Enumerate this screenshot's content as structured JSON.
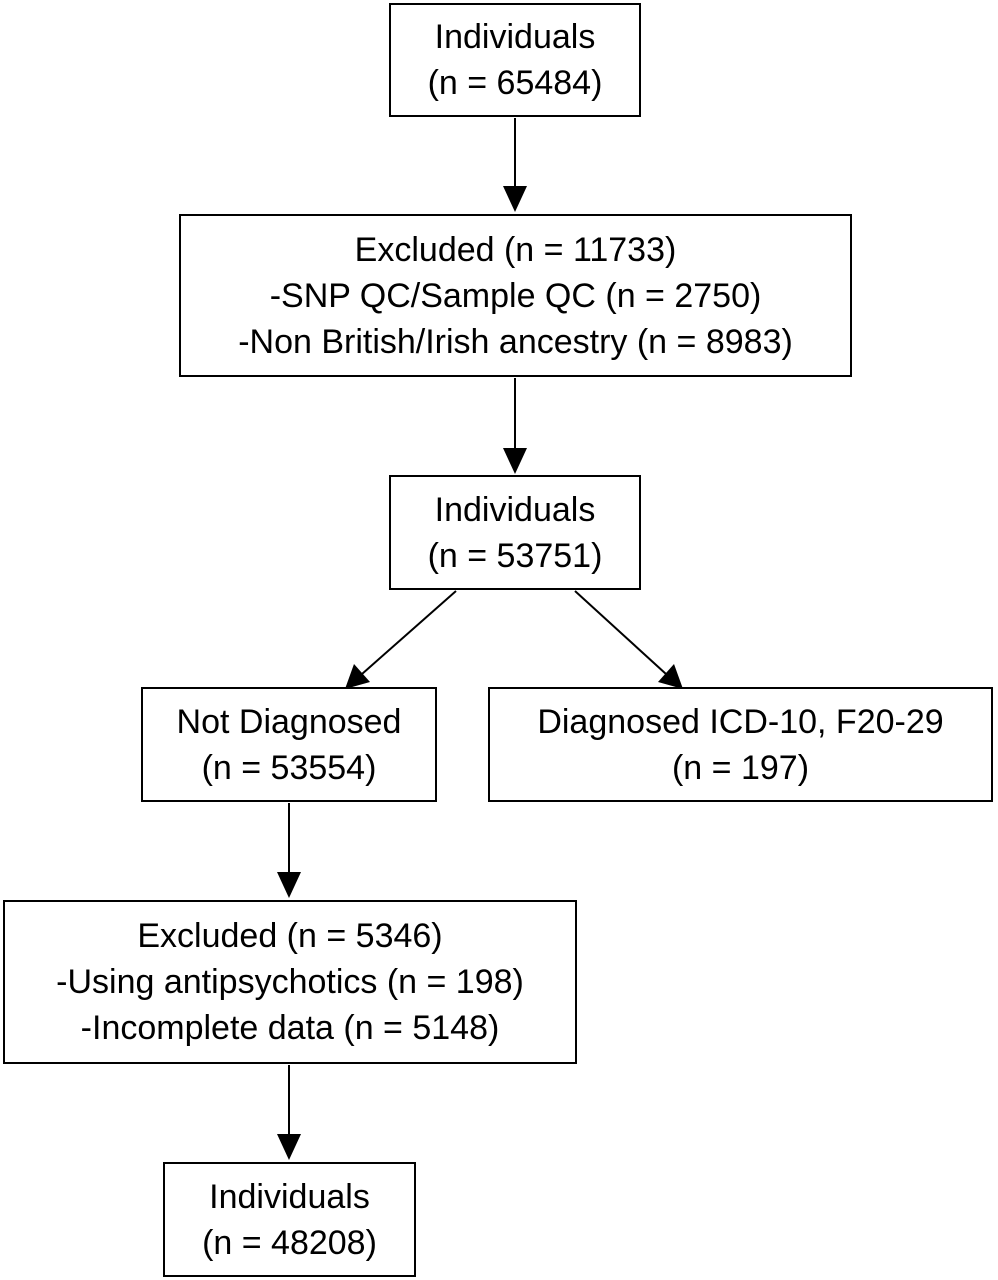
{
  "flowchart": {
    "start": {
      "title": "Individuals",
      "count": "(n = 65484)"
    },
    "exclusion_1": {
      "title": "Excluded (n = 11733)",
      "items": [
        "-SNP QC/Sample QC (n = 2750)",
        "-Non British/Irish ancestry (n = 8983)"
      ]
    },
    "after_qc": {
      "title": "Individuals",
      "count": "(n = 53751)"
    },
    "not_diagnosed": {
      "title": "Not Diagnosed",
      "count": "(n = 53554)"
    },
    "diagnosed": {
      "title": "Diagnosed ICD-10, F20-29",
      "count": "(n = 197)"
    },
    "exclusion_2": {
      "title": "Excluded (n = 5346)",
      "items": [
        "-Using antipsychotics (n = 198)",
        "-Incomplete data (n = 5148)"
      ]
    },
    "final": {
      "title": "Individuals",
      "count": "(n = 48208)"
    }
  },
  "colors": {
    "line": "#000000",
    "box_fill": "#ffffff",
    "text": "#000000"
  }
}
